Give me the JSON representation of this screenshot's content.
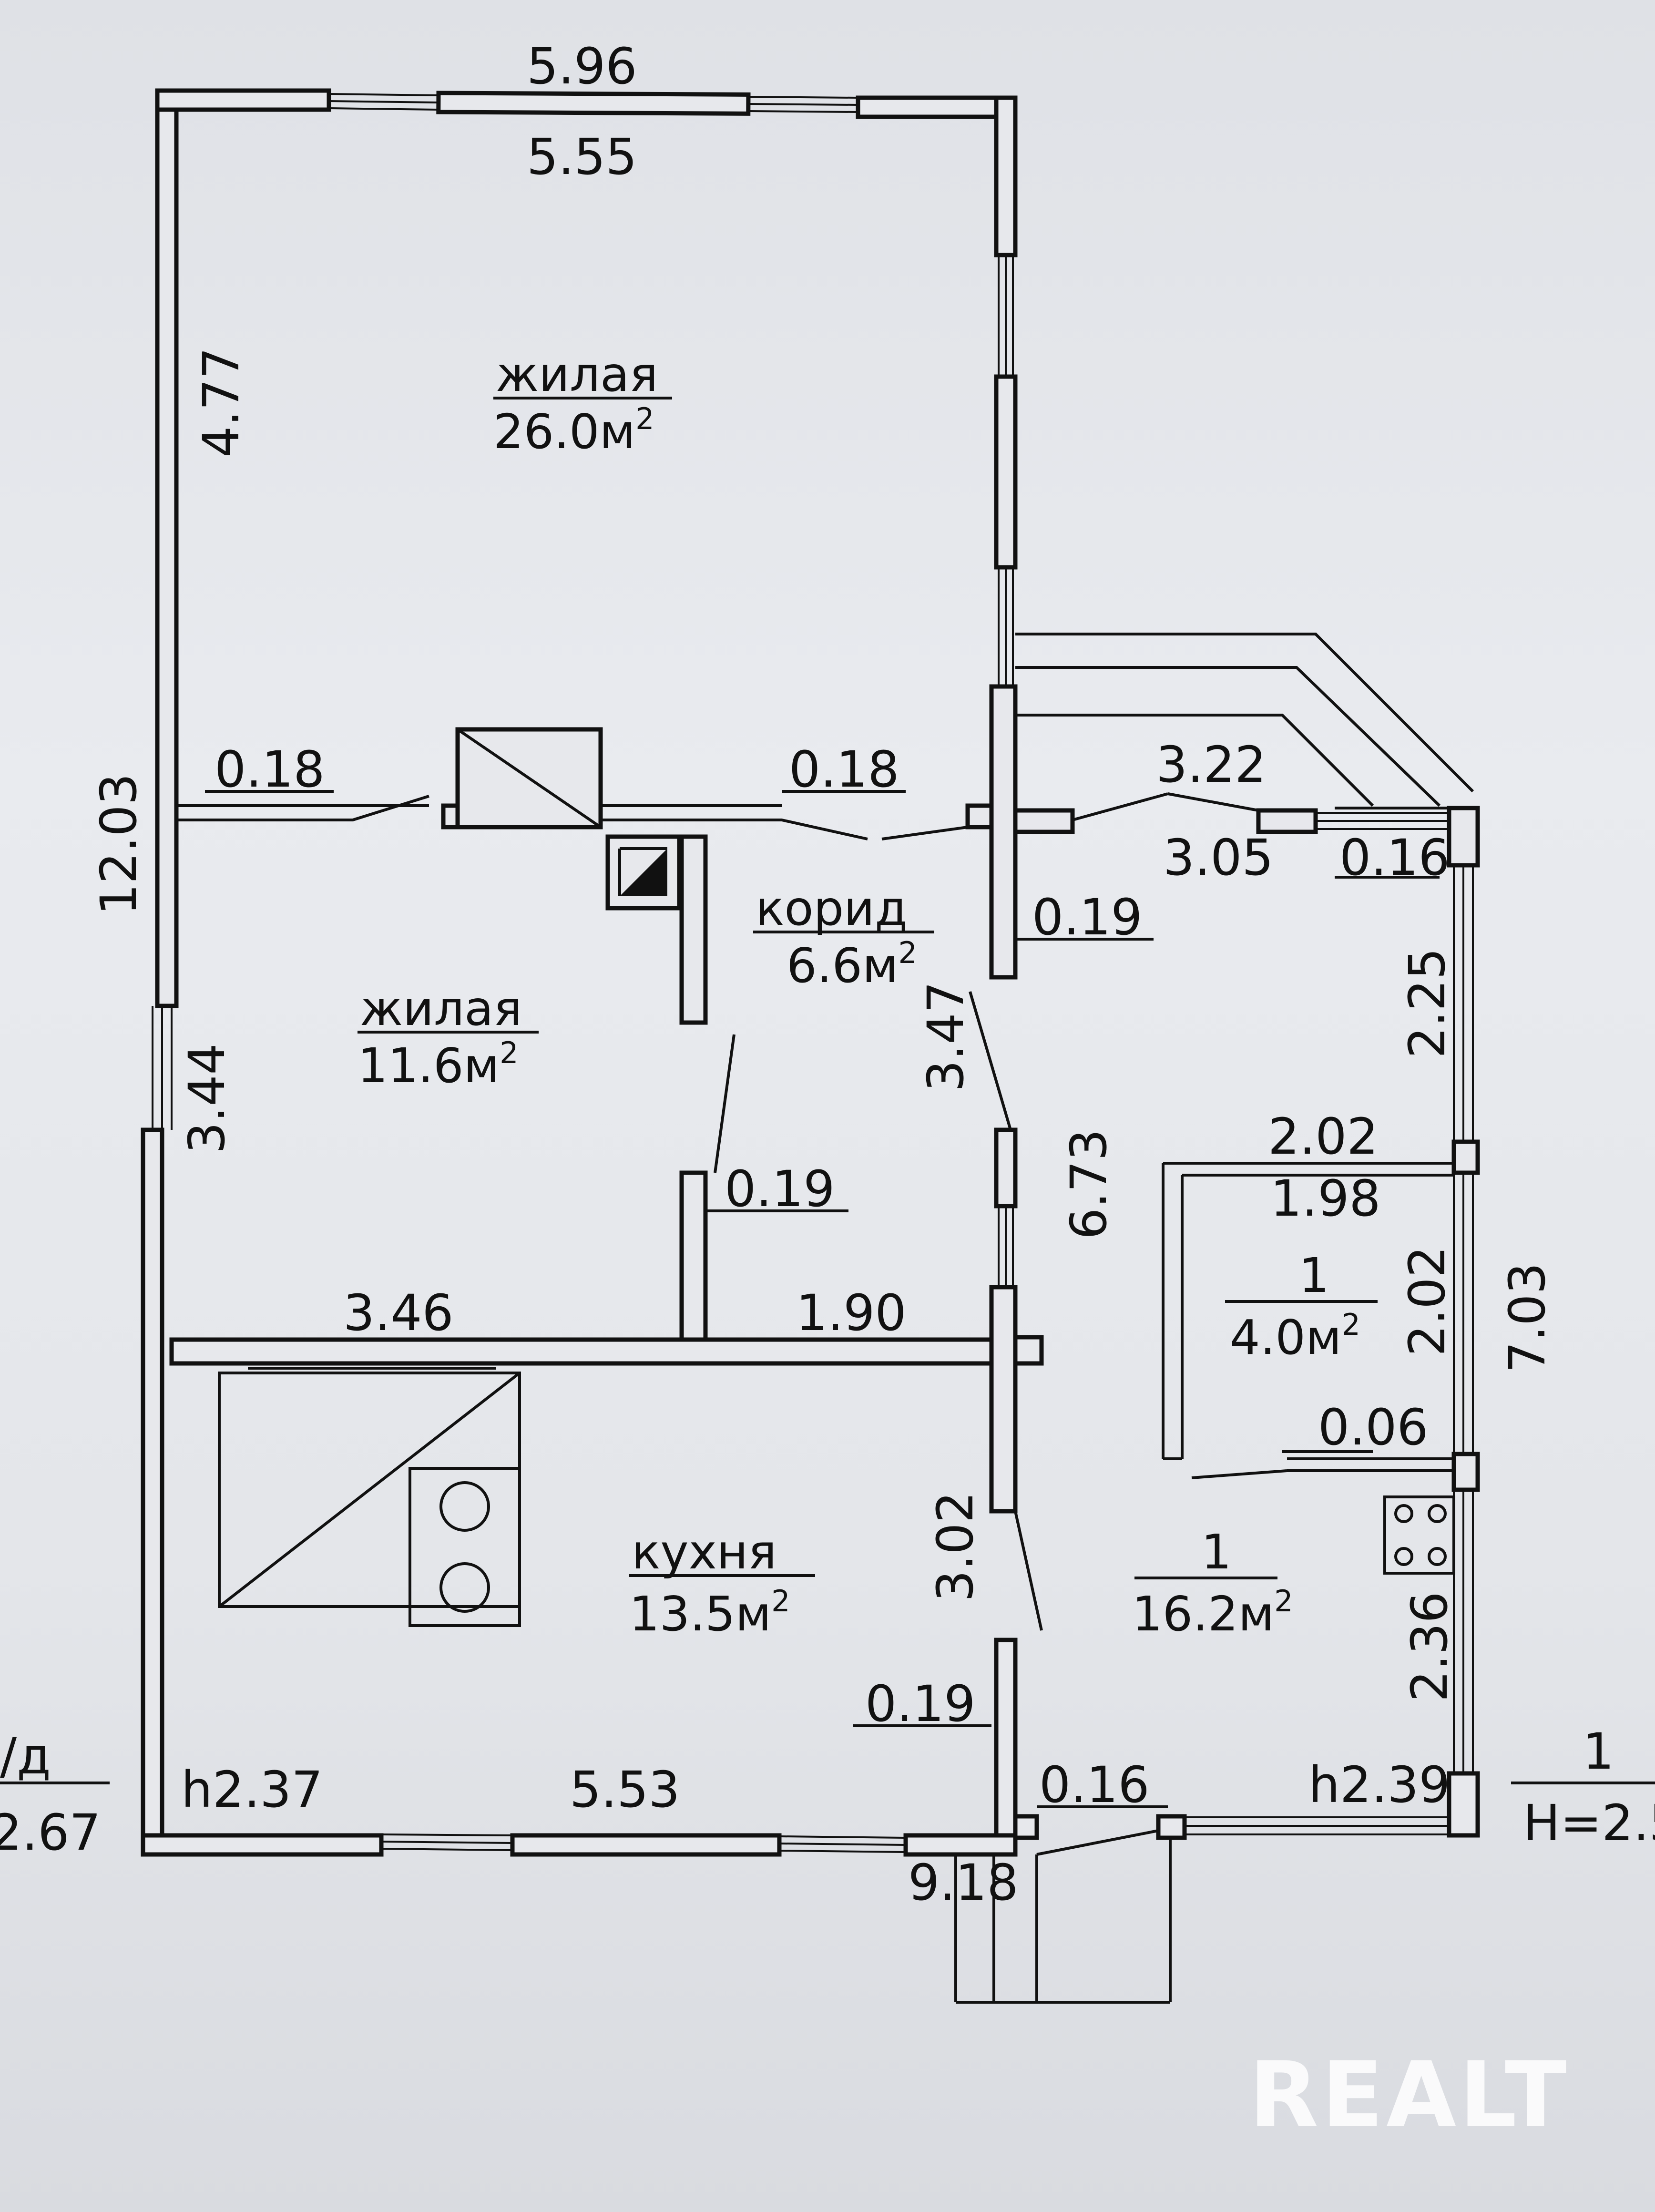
{
  "rooms": {
    "living_large": {
      "name": "жилая",
      "area": "26.0м",
      "sup": "2"
    },
    "living_small": {
      "name": "жилая",
      "area": "11.6м",
      "sup": "2"
    },
    "corridor": {
      "name": "корид",
      "area": "6.6м",
      "sup": "2"
    },
    "kitchen": {
      "name": "кухня",
      "area": "13.5м",
      "sup": "2"
    },
    "annex_small": {
      "num": "1",
      "area": "4.0м",
      "sup": "2"
    },
    "annex_large": {
      "num": "1",
      "area": "16.2м",
      "sup": "2"
    }
  },
  "dimensions": {
    "top_outer": "5.96",
    "top_inner": "5.55",
    "left_upper": "4.77",
    "left_total": "12.03",
    "left_lower": "3.44",
    "partition_left": "0.18",
    "partition_mid": "0.18",
    "annex_top": "3.22",
    "annex_inner": "3.05",
    "annex_corner": "0.16",
    "corridor_wall": "0.19",
    "corridor_len": "3.47",
    "central_len": "6.73",
    "annex_right_upper": "2.25",
    "closet_outer": "2.02",
    "closet_inner": "1.98",
    "closet_side": "2.02",
    "annex_right_total": "7.03",
    "partition_inner": "0.19",
    "kitchen_wall_left": "3.46",
    "kitchen_wall_right": "1.90",
    "closet_bottom": "0.06",
    "kitchen_side": "3.02",
    "annex_right_lower": "2.36",
    "bottom_wall": "0.19",
    "bottom_annex": "0.16",
    "height_left": "h2.37",
    "bottom_inner": "5.53",
    "height_right": "h2.39",
    "total_length": "9.18"
  },
  "margin_left": {
    "top": "/д",
    "bottom": "2.67"
  },
  "margin_right": {
    "top": "1",
    "bottom": "H=2.5"
  },
  "watermark": "REALT",
  "colors": {
    "paper": "#e6e8ec",
    "ink": "#111111",
    "watermark": "#ffffff"
  }
}
